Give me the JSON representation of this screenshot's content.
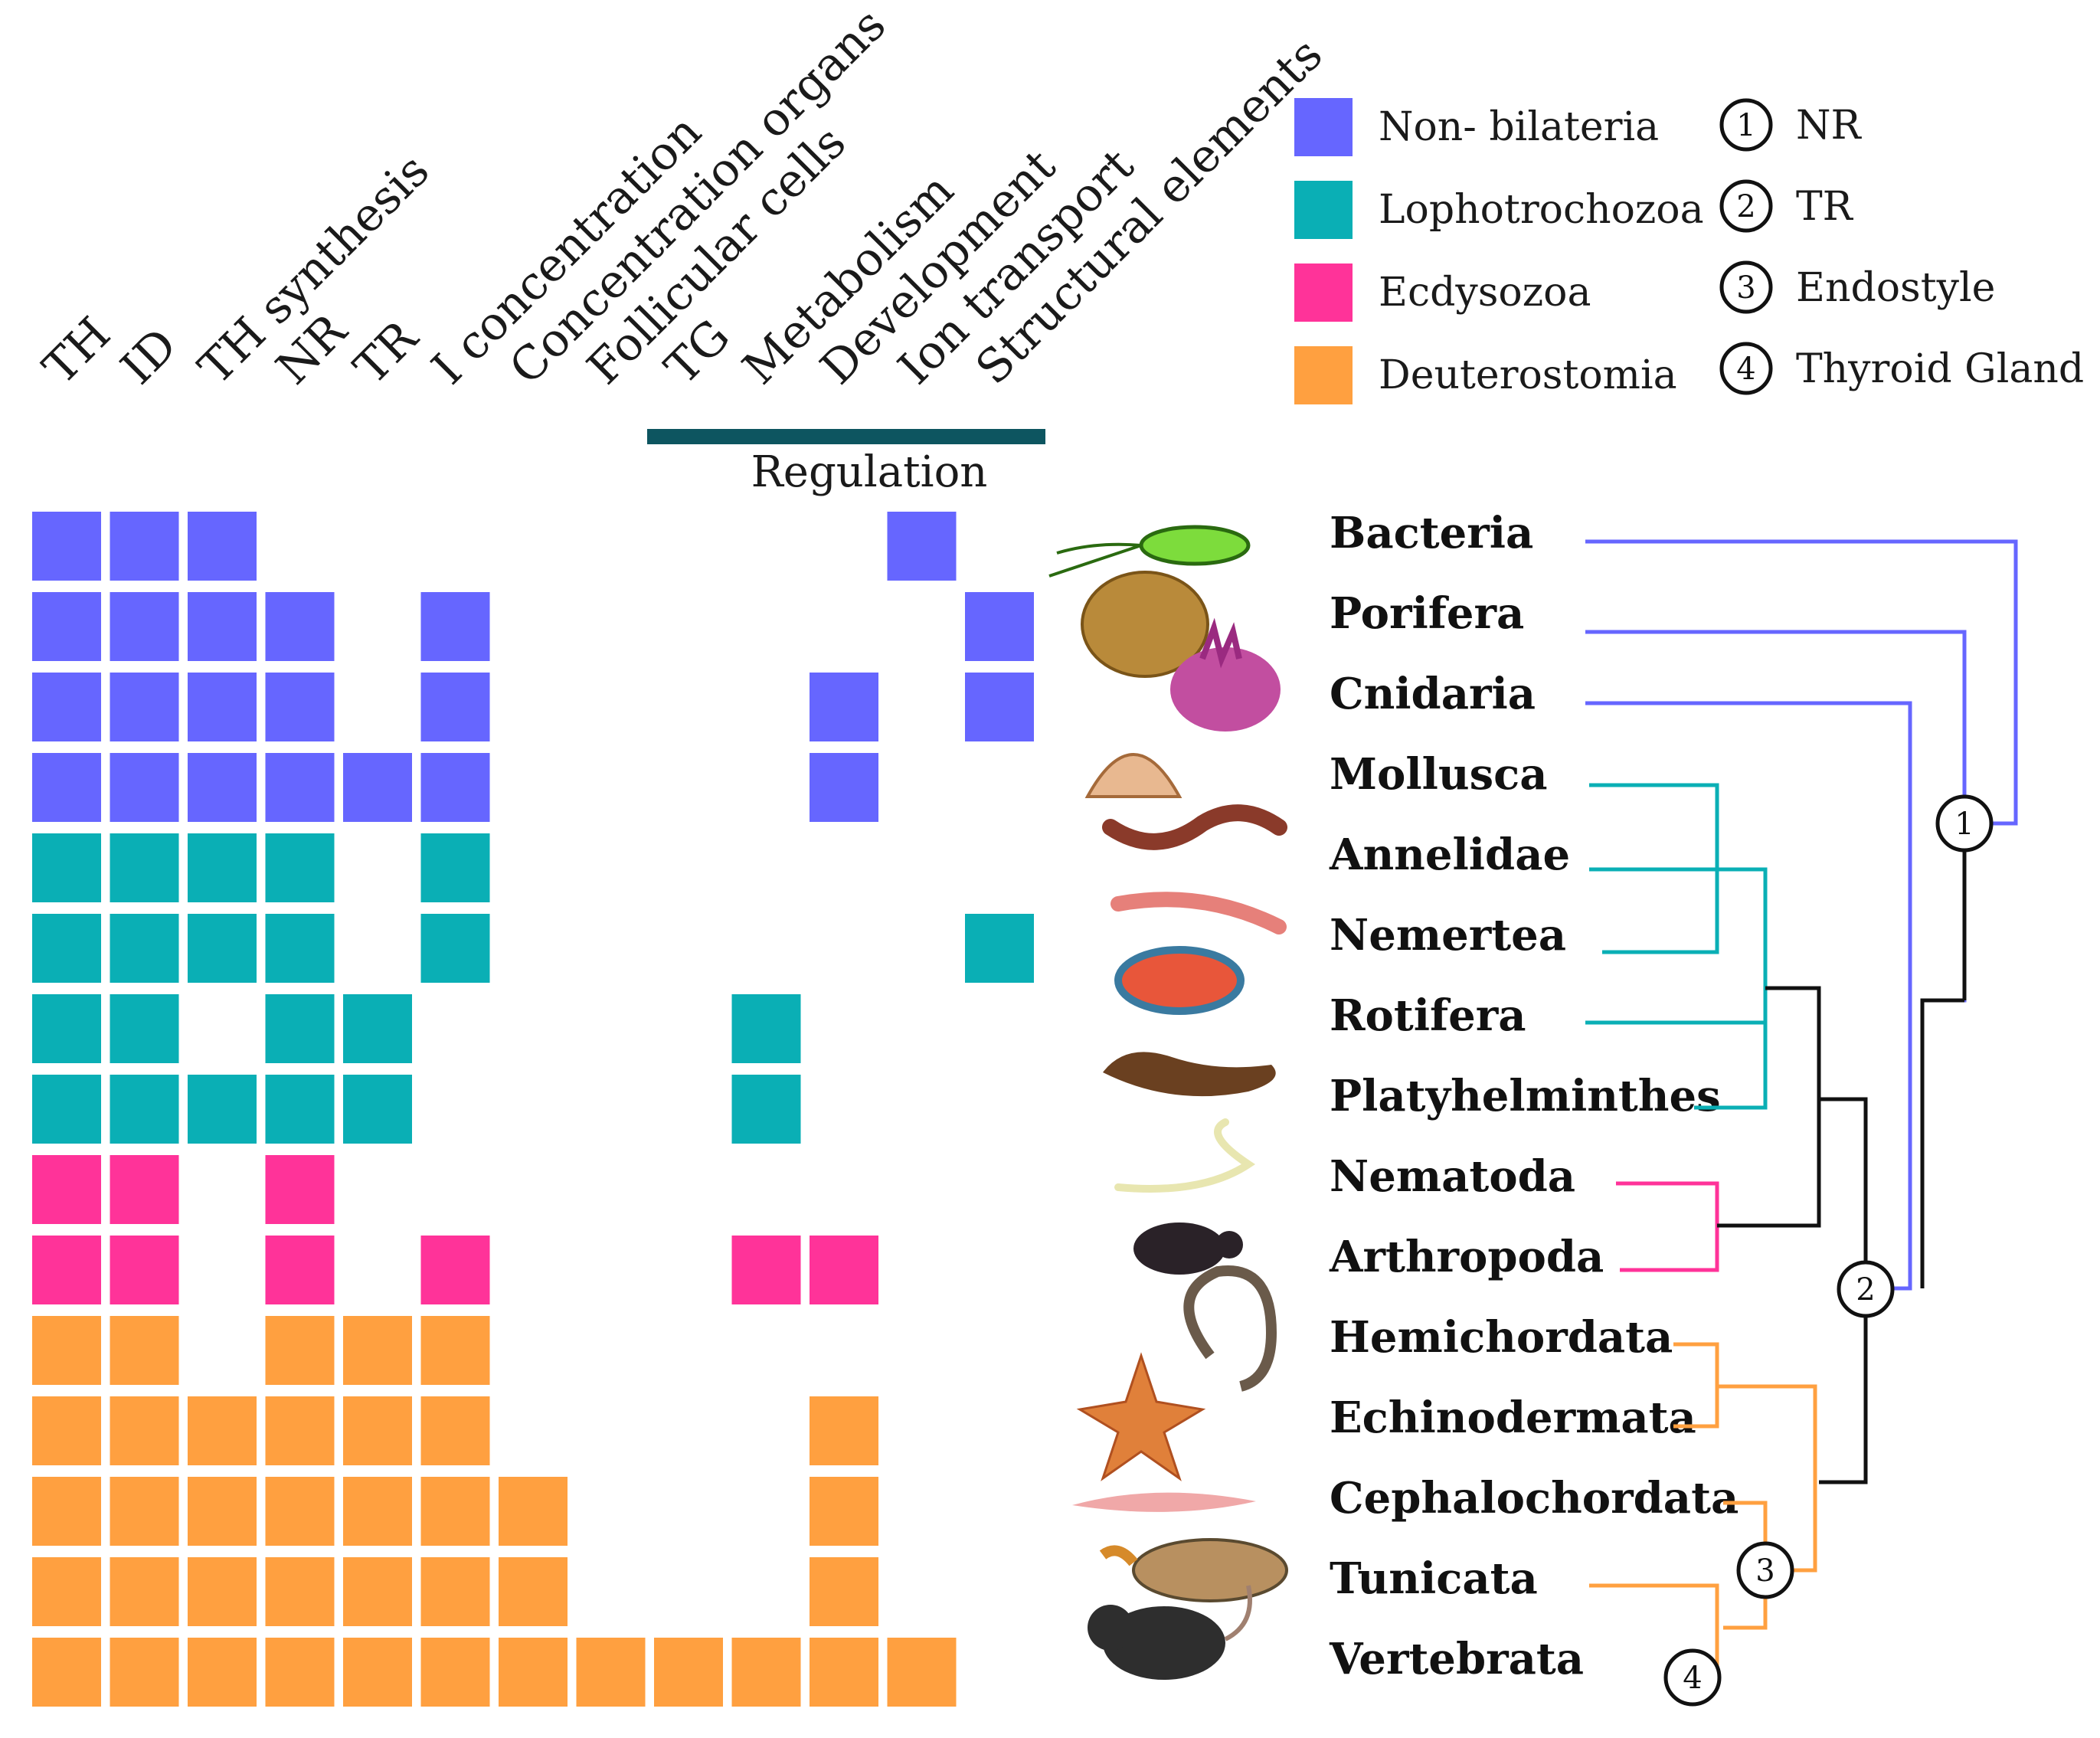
{
  "columns": [
    "TH",
    "ID",
    "TH synthesis",
    "NR",
    "TR",
    "I concentration",
    "Concentration organs",
    "Follicular cells",
    "TG",
    "Metabolism",
    "Development",
    "Ion transport",
    "Structural elements"
  ],
  "regulation_label": "Regulation",
  "legend": {
    "groups": [
      {
        "name": "Non- bilateria",
        "color": "#6666ff"
      },
      {
        "name": "Lophotrochozoa",
        "color": "#0aafb5"
      },
      {
        "name": "Ecdysozoa",
        "color": "#ff3399"
      },
      {
        "name": "Deuterostomia",
        "color": "#ffa040"
      }
    ],
    "nodes": [
      {
        "num": "1",
        "label": "NR"
      },
      {
        "num": "2",
        "label": "TR"
      },
      {
        "num": "3",
        "label": "Endostyle"
      },
      {
        "num": "4",
        "label": "Thyroid Gland"
      }
    ]
  },
  "taxa": [
    {
      "name": "Bacteria",
      "group": 0,
      "cells": [
        0,
        1,
        2,
        11
      ]
    },
    {
      "name": "Porifera",
      "group": 0,
      "cells": [
        0,
        1,
        2,
        3,
        5,
        12
      ]
    },
    {
      "name": "Cnidaria",
      "group": 0,
      "cells": [
        0,
        1,
        2,
        3,
        5,
        10,
        12
      ]
    },
    {
      "name": "Mollusca",
      "group": 0,
      "cells": [
        0,
        1,
        2,
        3,
        4,
        5,
        10
      ]
    },
    {
      "name": "Annelidae",
      "group": 1,
      "cells": [
        0,
        1,
        2,
        3,
        5
      ]
    },
    {
      "name": "Nemertea",
      "group": 1,
      "cells": [
        0,
        1,
        2,
        3,
        5,
        12
      ]
    },
    {
      "name": "Rotifera",
      "group": 1,
      "cells": [
        0,
        1,
        3,
        4,
        9
      ]
    },
    {
      "name": "Platyhelminthes",
      "group": 1,
      "cells": [
        0,
        1,
        2,
        3,
        4,
        9
      ]
    },
    {
      "name": "Nematoda",
      "group": 2,
      "cells": [
        0,
        1,
        3
      ]
    },
    {
      "name": "Arthropoda",
      "group": 2,
      "cells": [
        0,
        1,
        3,
        5,
        9,
        10
      ]
    },
    {
      "name": "Hemichordata",
      "group": 3,
      "cells": [
        0,
        1,
        3,
        4,
        5
      ]
    },
    {
      "name": "Echinodermata",
      "group": 3,
      "cells": [
        0,
        1,
        2,
        3,
        4,
        5,
        10
      ]
    },
    {
      "name": "Cephalochordata",
      "group": 3,
      "cells": [
        0,
        1,
        2,
        3,
        4,
        5,
        6,
        10
      ]
    },
    {
      "name": "Tunicata",
      "group": 3,
      "cells": [
        0,
        1,
        2,
        3,
        4,
        5,
        6,
        10
      ]
    },
    {
      "name": "Vertebrata",
      "group": 3,
      "cells": [
        0,
        1,
        2,
        3,
        4,
        5,
        6,
        7,
        8,
        9,
        10,
        11
      ]
    }
  ],
  "colors": {
    "tree": "#111111",
    "regulation_bar": "#0d5560"
  },
  "icons": [
    "bacterium-icon",
    "sponge-icon",
    "coral-icon",
    "shell-icon",
    "worm-icon",
    "ribbon-worm-icon",
    "rotifer-icon",
    "flatworm-icon",
    "nematode-icon",
    "beetle-icon",
    "acorn-worm-icon",
    "starfish-icon",
    "lancelet-icon",
    "sea-squirt-icon",
    "mouse-icon"
  ]
}
